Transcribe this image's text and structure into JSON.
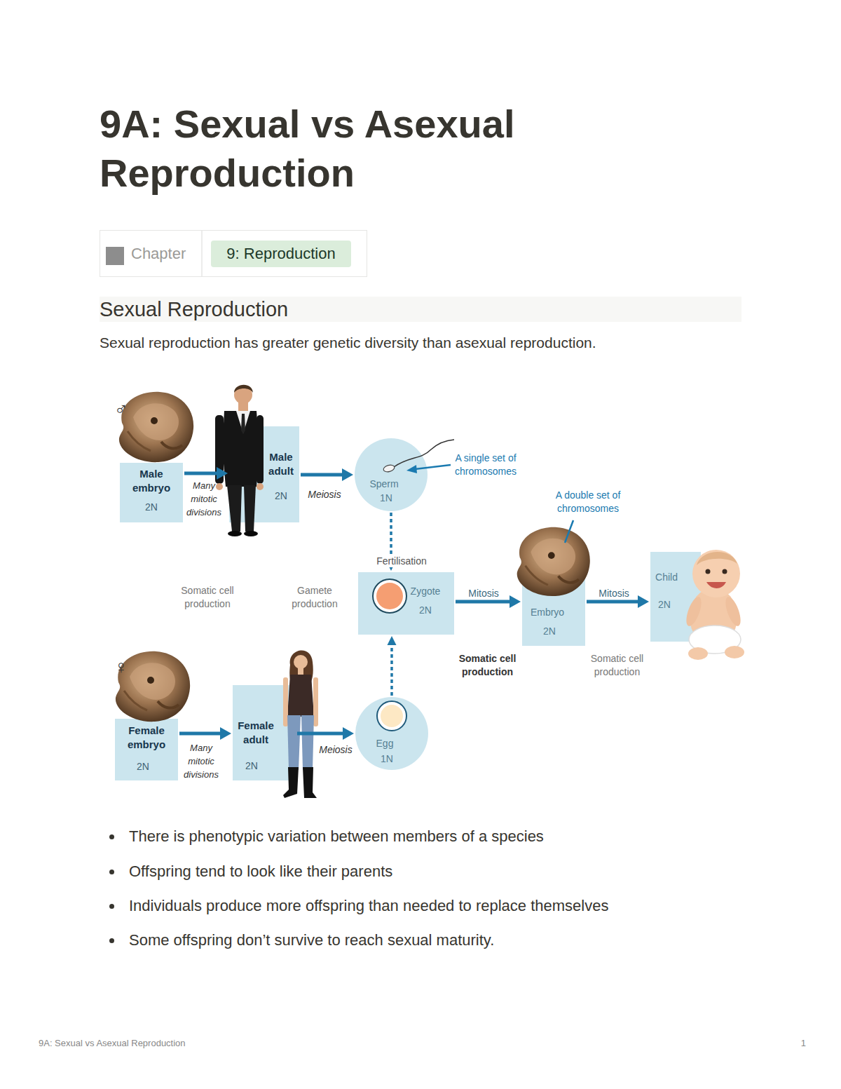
{
  "diagram": {
    "title": "9A: Sexual vs Asexual Reproduction",
    "nodes": [
      {
        "text": [
          "Chapter"
        ]
      },
      {
        "text": [
          "9: Reproduction"
        ],
        "in": 0
      },
      {
        "text": [
          "Sexual Reproduction"
        ]
      },
      {
        "text": [
          "Male embryo",
          "2N"
        ]
      },
      {
        "text": [
          "Male adult",
          "2N"
        ]
      },
      {
        "text": [
          "Sperm",
          "1N"
        ]
      },
      {
        "text": [
          "Zygote",
          "2N"
        ]
      },
      {
        "text": [
          "Embryo",
          "2N"
        ]
      },
      {
        "text": [
          "Child",
          "2N"
        ]
      },
      {
        "text": [
          "Female embryo",
          "2N"
        ]
      },
      {
        "text": [
          "Female adult",
          "2N"
        ]
      },
      {
        "text": [
          "Egg",
          "1N"
        ]
      }
    ],
    "edges": [
      {
        "from": 3,
        "to": 4,
        "arrow": "to",
        "label": "Many mitotic divisions"
      },
      {
        "from": 4,
        "to": 5,
        "arrow": "to",
        "label": "Meiosis"
      },
      {
        "from": 5,
        "to": 6,
        "arrow": "to",
        "label": "Fertilisation"
      },
      {
        "from": 6,
        "to": 7,
        "arrow": "to",
        "label": "Mitosis"
      },
      {
        "from": 7,
        "to": 8,
        "arrow": "to",
        "label": "Mitosis"
      },
      {
        "from": 9,
        "to": 10,
        "arrow": "to",
        "label": "Many mitotic divisions"
      },
      {
        "from": 10,
        "to": 11,
        "arrow": "to",
        "label": "Meiosis"
      },
      {
        "from": 11,
        "to": 6,
        "arrow": "to"
      }
    ],
    "labels": [
      "Sexual reproduction has greater genetic diversity than asexual reproduction.",
      "♂",
      "A single set of chromosomes",
      "A double set of chromosomes",
      "Somatic cell production",
      "Gamete production",
      "Somatic cell production",
      "Somatic cell production",
      "♀",
      "There is phenotypic variation between members of a species",
      "Offspring tend to look like their parents",
      "Individuals produce more offspring than needed to replace themselves",
      "Some offspring don’t survive to reach sexual maturity.",
      "9A: Sexual vs Asexual Reproduction",
      "1"
    ]
  }
}
